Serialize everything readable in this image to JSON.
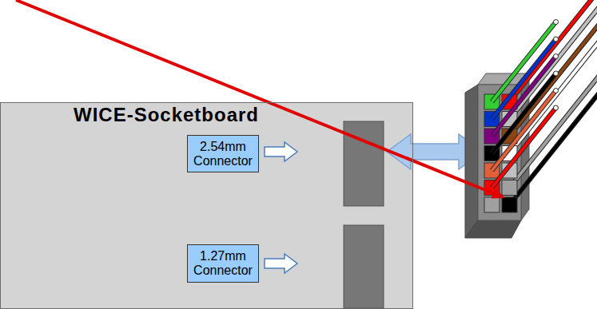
{
  "diagram": {
    "nodes": [
      {
        "text": [
          "WICE-Socketboard"
        ]
      },
      {
        "text": [
          "2.54mm Connector"
        ],
        "in": 0
      },
      {
        "text": [
          "1.27mm Connector"
        ],
        "in": 0
      }
    ]
  }
}
